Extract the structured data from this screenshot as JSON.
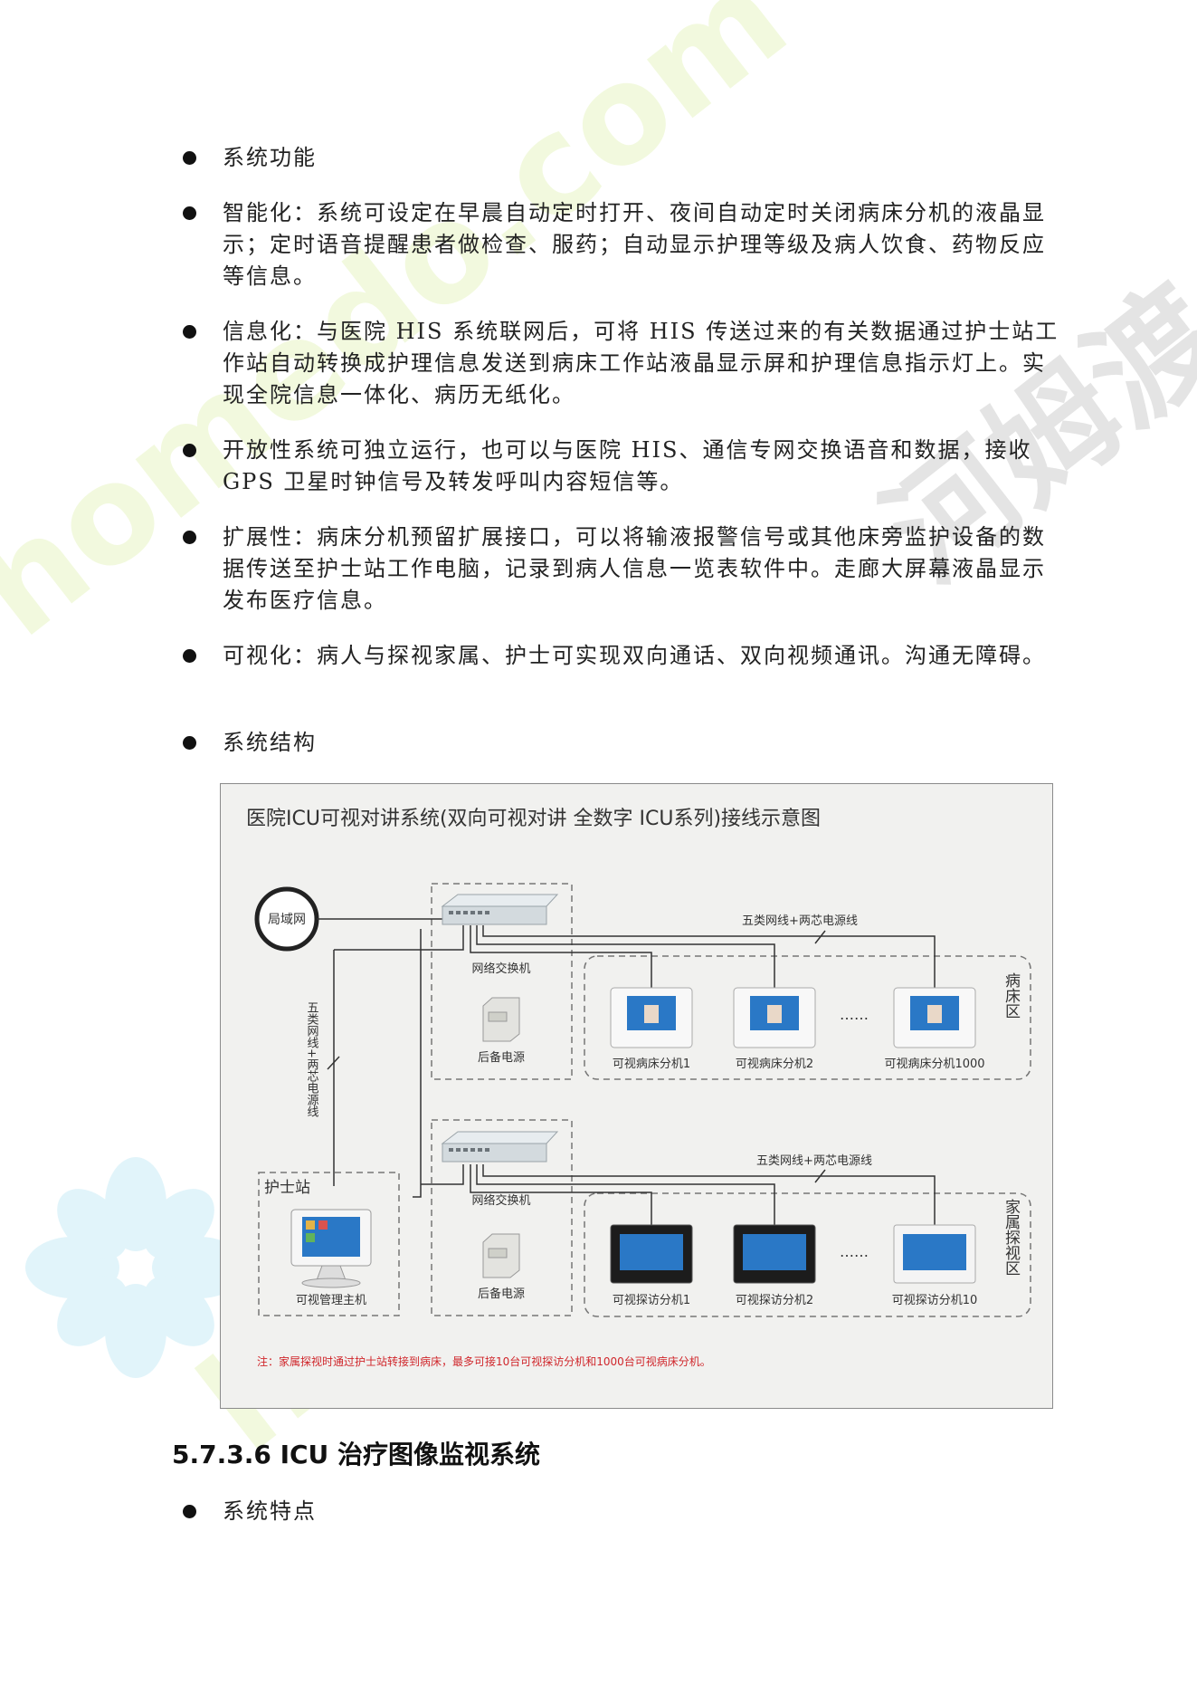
{
  "bullets": [
    {
      "text": "系统功能"
    },
    {
      "text": "智能化：系统可设定在早晨自动定时打开、夜间自动定时关闭病床分机的液晶显示；定时语音提醒患者做检查、服药；自动显示护理等级及病人饮食、药物反应等信息。"
    },
    {
      "text": "信息化：与医院 HIS 系统联网后，可将 HIS 传送过来的有关数据通过护士站工作站自动转换成护理信息发送到病床工作站液晶显示屏和护理信息指示灯上。实现全院信息一体化、病历无纸化。"
    },
    {
      "text": "开放性系统可独立运行，也可以与医院 HIS、通信专网交换语音和数据，接收 GPS 卫星时钟信号及转发呼叫内容短信等。"
    },
    {
      "text": "扩展性：病床分机预留扩展接口，可以将输液报警信号或其他床旁监护设备的数据传送至护士站工作电脑，记录到病人信息一览表软件中。走廊大屏幕液晶显示发布医疗信息。"
    },
    {
      "text": "可视化：病人与探视家属、护士可实现双向通话、双向视频通讯。沟通无障碍。"
    },
    {
      "text": "系统结构"
    }
  ],
  "diagram": {
    "title": "医院ICU可视对讲系统(双向可视对讲 全数字 ICU系列)接线示意图",
    "lan": "局域网",
    "vertical_cable": "五类网线+两芯电源线",
    "cable_top": "五类网线+两芯电源线",
    "cable_bottom": "五类网线+两芯电源线",
    "switch": "网络交换机",
    "backup_power": "后备电源",
    "ward_zone": "病床区",
    "family_zone": "家属探视区",
    "nurse_station": "护士站",
    "nurse_host": "可视管理主机",
    "ellipsis": "……",
    "bed_units": [
      "可视病床分机1",
      "可视病床分机2",
      "可视病床分机1000"
    ],
    "visit_units": [
      "可视探访分机1",
      "可视探访分机2",
      "可视探访分机10"
    ],
    "note": "注：家属探视时通过护士站转接到病床，最多可接10台可视探访分机和1000台可视病床分机。"
  },
  "section": {
    "heading": "5.7.3.6 ICU 治疗图像监视系统"
  },
  "bullet_after": {
    "text": "系统特点"
  },
  "watermark": {
    "site": "homedo.com",
    "brand": "河姆渡"
  },
  "colors": {
    "note_red": "#d0262b",
    "screen_blue": "#2a78c6",
    "watermark_green": "#d6ef9a",
    "watermark_cyan": "#c4ecf4"
  }
}
